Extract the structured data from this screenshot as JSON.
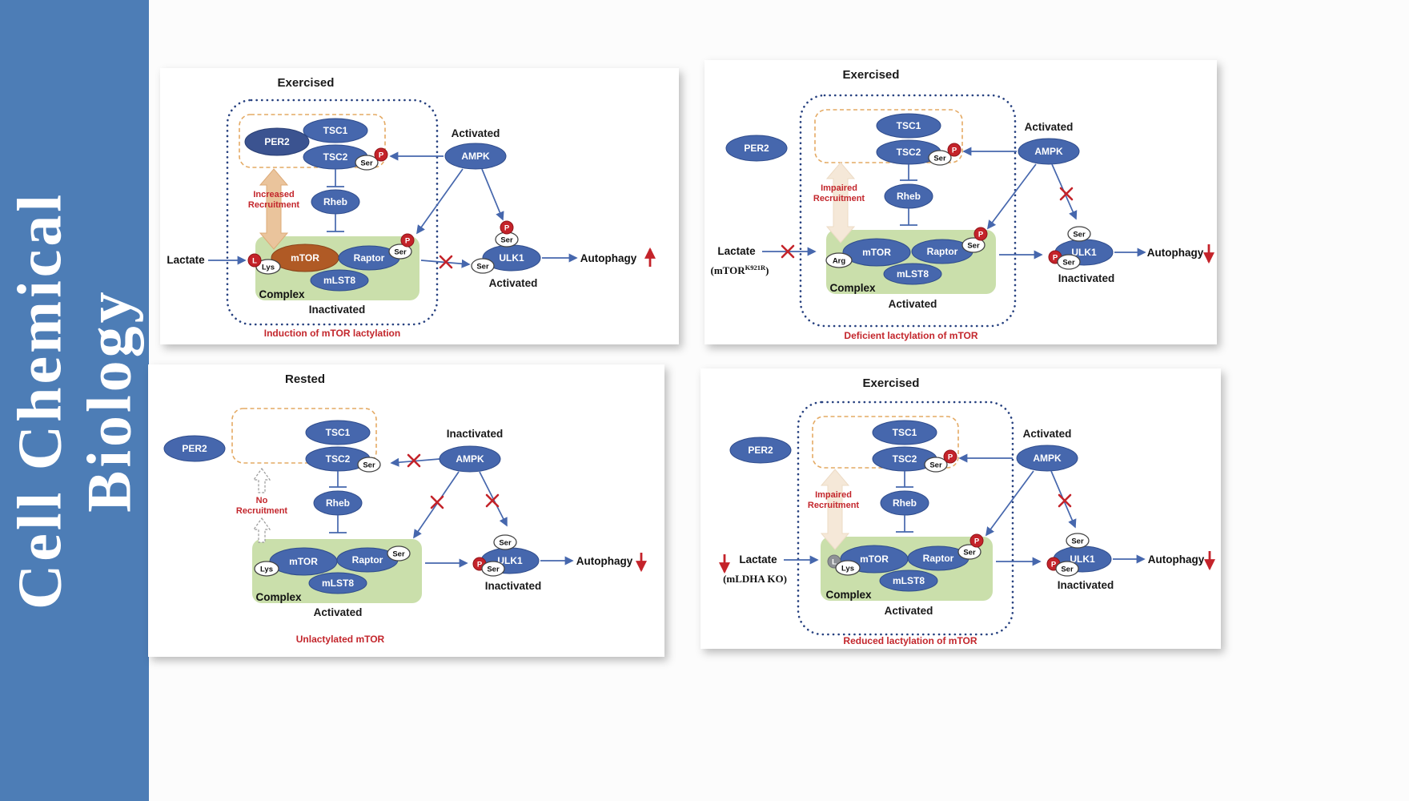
{
  "journal": {
    "line1": "Cell Chemical",
    "line2": "Biology"
  },
  "colors": {
    "sidebar_blue": "#4d7db6",
    "node_blue": "#4667ad",
    "per2_navy": "#3b5390",
    "mtor_lactylated_brown": "#b05a25",
    "complex_green": "#cadfab",
    "phospho_red": "#c4232a",
    "recruitment_tan": "#eac49c"
  },
  "panel1": {
    "title": "Exercised",
    "per2": "PER2",
    "tsc1": "TSC1",
    "tsc2": "TSC2",
    "tsc2_ser": "Ser",
    "tsc2_p": "P",
    "ampk": "AMPK",
    "ampk_state": "Activated",
    "recruit_line1": "Increased",
    "recruit_line2": "Recruitment",
    "rheb": "Rheb",
    "lactate": "Lactate",
    "l_badge": "L",
    "lys": "Lys",
    "mtor": "mTOR",
    "raptor": "Raptor",
    "raptor_ser": "Ser",
    "raptor_p": "P",
    "mlst8": "mLST8",
    "complex": "Complex",
    "complex_state": "Inactivated",
    "ulk1": "ULK1",
    "ulk1_ser_top": "Ser",
    "ulk1_p": "P",
    "ulk1_ser_side": "Ser",
    "ulk1_state": "Activated",
    "autophagy": "Autophagy",
    "caption": "Induction of mTOR lactylation"
  },
  "panel2": {
    "title": "Exercised",
    "per2": "PER2",
    "tsc1": "TSC1",
    "tsc2": "TSC2",
    "tsc2_ser": "Ser",
    "tsc2_p": "P",
    "ampk": "AMPK",
    "ampk_state": "Activated",
    "recruit_line1": "Impaired",
    "recruit_line2": "Recruitment",
    "rheb": "Rheb",
    "lactate": "Lactate",
    "mutant_pre": "(mTOR",
    "mutant_sup": "K921R",
    "mutant_post": ")",
    "arg": "Arg",
    "mtor": "mTOR",
    "raptor": "Raptor",
    "raptor_ser": "Ser",
    "raptor_p": "P",
    "mlst8": "mLST8",
    "complex": "Complex",
    "complex_state": "Activated",
    "ulk1": "ULK1",
    "ulk1_ser_top": "Ser",
    "ulk1_p": "P",
    "ulk1_ser_side": "Ser",
    "ulk1_state": "Inactivated",
    "autophagy": "Autophagy",
    "caption": "Deficient lactylation of mTOR"
  },
  "panel3": {
    "title": "Rested",
    "per2": "PER2",
    "tsc1": "TSC1",
    "tsc2": "TSC2",
    "tsc2_ser": "Ser",
    "ampk": "AMPK",
    "ampk_state": "Inactivated",
    "recruit_line1": "No",
    "recruit_line2": "Recruitment",
    "rheb": "Rheb",
    "lys": "Lys",
    "mtor": "mTOR",
    "raptor": "Raptor",
    "raptor_ser": "Ser",
    "mlst8": "mLST8",
    "complex": "Complex",
    "complex_state": "Activated",
    "ulk1": "ULK1",
    "ulk1_ser_top": "Ser",
    "ulk1_p": "P",
    "ulk1_ser_side": "Ser",
    "ulk1_state": "Inactivated",
    "autophagy": "Autophagy",
    "caption": "Unlactylated mTOR"
  },
  "panel4": {
    "title": "Exercised",
    "per2": "PER2",
    "tsc1": "TSC1",
    "tsc2": "TSC2",
    "tsc2_ser": "Ser",
    "tsc2_p": "P",
    "ampk": "AMPK",
    "ampk_state": "Activated",
    "recruit_line1": "Impaired",
    "recruit_line2": "Recruitment",
    "rheb": "Rheb",
    "lactate": "Lactate",
    "knockout": "(mLDHA KO)",
    "l_badge": "L",
    "lys": "Lys",
    "mtor": "mTOR",
    "raptor": "Raptor",
    "raptor_ser": "Ser",
    "raptor_p": "P",
    "mlst8": "mLST8",
    "complex": "Complex",
    "complex_state": "Activated",
    "ulk1": "ULK1",
    "ulk1_ser_top": "Ser",
    "ulk1_p": "P",
    "ulk1_ser_side": "Ser",
    "ulk1_state": "Inactivated",
    "autophagy": "Autophagy",
    "caption": "Reduced lactylation of mTOR"
  }
}
